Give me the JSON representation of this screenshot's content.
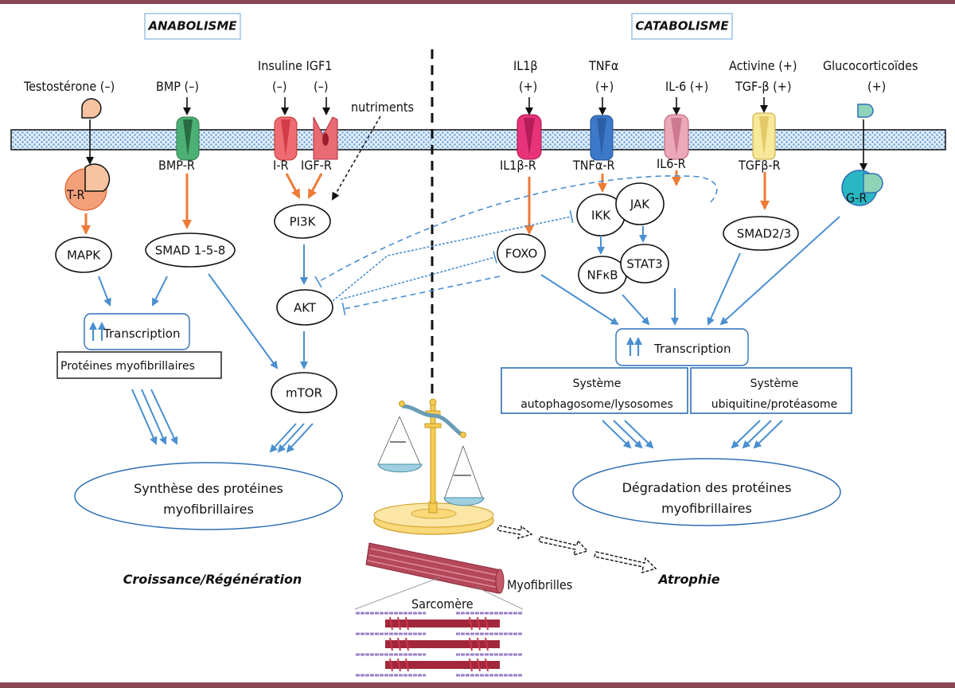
{
  "colors": {
    "frame": "#8a4552",
    "membrane_dots": "#5b9bd5",
    "activation_orange": "#ee7b36",
    "signal_blue": "#4a8fd1",
    "box_blue": "#2e6fb5"
  },
  "sections": {
    "anabolism": "ANABOLISME",
    "catabolism": "CATABOLISME"
  },
  "ligands": {
    "testosterone": "Testostérone (–)",
    "bmp": "BMP (–)",
    "insulin_igf1": "Insuline IGF1",
    "insulin_sign": "(–)",
    "igf1_sign": "(–)",
    "nutrients": "nutriments",
    "il1b": "IL1β",
    "il1b_sign": "(+)",
    "tnfa": "TNFα",
    "tnfa_sign": "(+)",
    "il6": "IL-6 (+)",
    "activin": "Activine (+)",
    "tgfb": "TGF-β (+)",
    "glucocorticoids": "Glucocorticoïdes",
    "glucocorticoids_sign": "(+)"
  },
  "receptors": {
    "tr": "T-R",
    "bmpr": "BMP-R",
    "ir": "I-R",
    "igfr": "IGF-R",
    "il1br": "IL1β-R",
    "tnfar": "TNFα-R",
    "il6r": "IL6-R",
    "tgfbr": "TGFβ-R",
    "gr": "G-R"
  },
  "nodes": {
    "mapk": "MAPK",
    "smad158": "SMAD 1-5-8",
    "pi3k": "PI3K",
    "akt": "AKT",
    "mtor": "mTOR",
    "foxo": "FOXO",
    "ikk": "IKK",
    "nfkb": "NFκB",
    "jak": "JAK",
    "stat3": "STAT3",
    "smad23": "SMAD2/3"
  },
  "boxes": {
    "transcription_left": "Transcription",
    "proteins_left": "Protéines myofibrillaires",
    "transcription_right": "Transcription",
    "autophagy_line1": "Système",
    "autophagy_line2": "autophagosome/lysosomes",
    "ubiquitin_line1": "Système",
    "ubiquitin_line2": "ubiquitine/protéasome"
  },
  "outcomes": {
    "synthesis_line1": "Synthèse des protéines",
    "synthesis_line2": "myofibrillaires",
    "degradation_line1": "Dégradation des protéines",
    "degradation_line2": "myofibrillaires",
    "growth": "Croissance/Régénération",
    "atrophy": "Atrophie"
  },
  "illustration": {
    "myofibrils": "Myofibrilles",
    "sarcomere": "Sarcomère"
  }
}
